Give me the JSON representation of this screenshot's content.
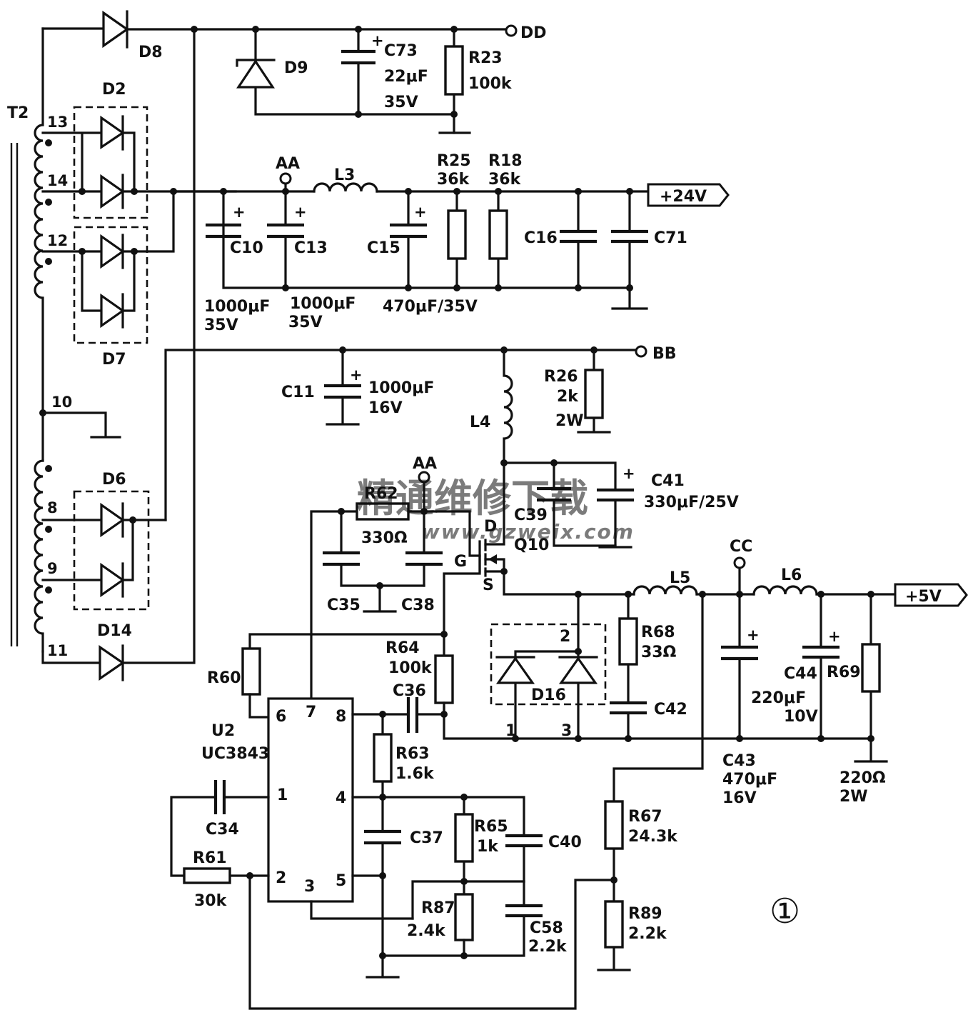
{
  "transformer": {
    "name": "T2",
    "pins": [
      "13",
      "14",
      "12",
      "10",
      "8",
      "9",
      "11"
    ]
  },
  "diodes": {
    "d8": "D8",
    "d9": "D9",
    "d2": "D2",
    "d7": "D7",
    "d6": "D6",
    "d14": "D14",
    "d16": "D16"
  },
  "nets": {
    "dd": "DD",
    "aa": "AA",
    "aa2": "AA",
    "bb": "BB",
    "cc": "CC",
    "p24": "+24V",
    "p5": "+5V"
  },
  "caps": {
    "c73": "C73",
    "c73_v": "22μF",
    "c73_r": "35V",
    "c10": "C10",
    "c10_v": "1000μF",
    "c10_r": "35V",
    "c13": "C13",
    "c13_v": "1000μF",
    "c13_r": "35V",
    "c15": "C15",
    "c15_v": "470μF/35V",
    "c16": "C16",
    "c71": "C71",
    "c11": "C11",
    "c11_v": "1000μF",
    "c11_r": "16V",
    "c39": "C39",
    "c41": "C41",
    "c41_v": "330μF/25V",
    "c35": "C35",
    "c38": "C38",
    "c36": "C36",
    "c42": "C42",
    "c43": "C43",
    "c43_v": "470μF",
    "c43_r": "16V",
    "c44": "C44",
    "c44_v": "220μF",
    "c44_r": "10V",
    "c34": "C34",
    "c37": "C37",
    "c40": "C40",
    "c58": "C58",
    "c58_v": "2.2k"
  },
  "resistors": {
    "r23": "R23",
    "r23_v": "100k",
    "r25": "R25",
    "r25_v": "36k",
    "r18": "R18",
    "r18_v": "36k",
    "r26": "R26",
    "r26_v": "2k",
    "r26_p": "2W",
    "r62": "R62",
    "r62_v": "330Ω",
    "r64": "R64",
    "r64_v": "100k",
    "r60": "R60",
    "r63": "R63",
    "r63_v": "1.6k",
    "r68": "R68",
    "r68_v": "33Ω",
    "r69": "R69",
    "r69_v": "220Ω",
    "r69_p": "2W",
    "r65": "R65",
    "r65_v": "1k",
    "r87": "R87",
    "r87_v": "2.4k",
    "r67": "R67",
    "r67_v": "24.3k",
    "r89": "R89",
    "r89_v": "2.2k",
    "r61": "R61",
    "r61_v": "30k"
  },
  "inductors": {
    "l3": "L3",
    "l4": "L4",
    "l5": "L5",
    "l6": "L6"
  },
  "mosfet": {
    "name": "Q10",
    "d": "D",
    "g": "G",
    "s": "S"
  },
  "ic": {
    "name": "U2",
    "part": "UC3843",
    "pins": [
      "6",
      "7",
      "8",
      "1",
      "4",
      "2",
      "3",
      "5"
    ]
  },
  "d16_pins": {
    "p1": "1",
    "p2": "2",
    "p3": "3"
  },
  "figure_number": "①",
  "watermark": {
    "cn": "精通维修下载",
    "url": "www.gzweix.com"
  }
}
